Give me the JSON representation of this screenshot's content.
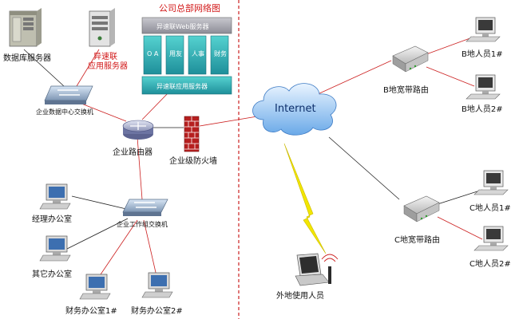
{
  "title": "公司总部网络图",
  "hq": {
    "db_server": "数据库服务器",
    "app_server": [
      "异速联",
      "应用服务器"
    ],
    "dc_switch": "企业数据中心交换机",
    "router": "企业路由器",
    "firewall": "企业级防火墙",
    "wg_switch": "企业工作组交换机",
    "manager_office": "经理办公室",
    "other_office": "其它办公室",
    "finance1": "财务办公室1#",
    "finance2": "财务办公室2#"
  },
  "stack": {
    "top": "异速联Web服务器",
    "cols": [
      "O A",
      "用友",
      "人事",
      "财务"
    ],
    "bottom": "异速联应用服务器"
  },
  "internet": "Internet",
  "remote": {
    "b_router": "B地宽带路由",
    "b_user1": "B地人员1#",
    "b_user2": "B地人员2#",
    "c_router": "C地宽带路由",
    "c_user1": "C地人员1#",
    "c_user2": "C地人员2#",
    "mobile_user": "外地使用人员"
  },
  "colors": {
    "link_red": "#cc2020",
    "link_black": "#222222",
    "wireless_bolt": "#f2e600",
    "firewall": "#b61f1f",
    "title": "#d21919"
  }
}
